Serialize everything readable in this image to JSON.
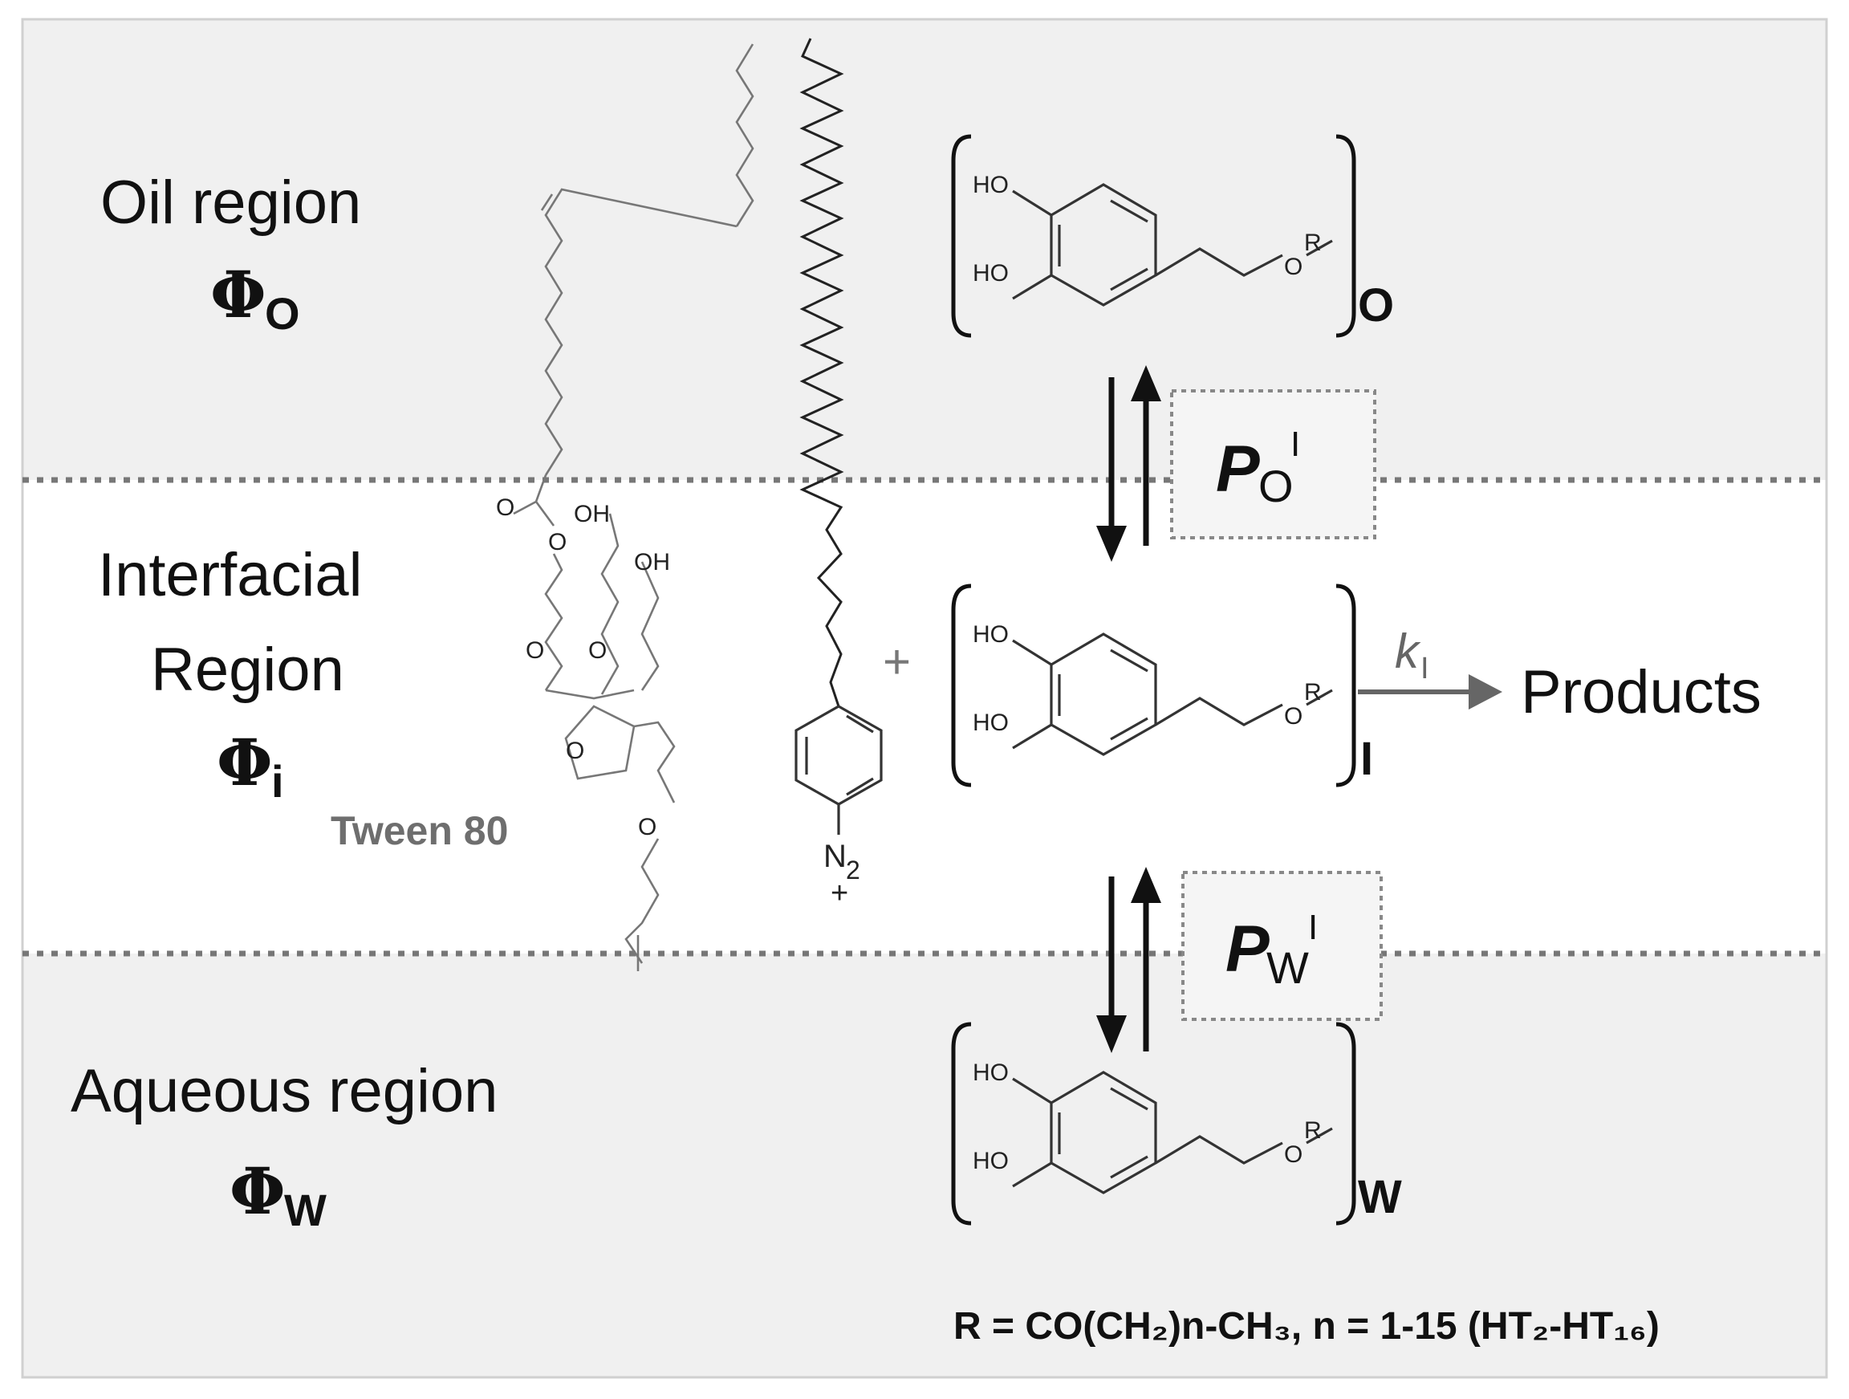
{
  "regions": {
    "oil": {
      "label": "Oil region",
      "phi": "Φ",
      "phi_sub": "O"
    },
    "interfacial": {
      "label_line1": "Interfacial",
      "label_line2": "Region",
      "phi": "Φ",
      "phi_sub": "i"
    },
    "aqueous": {
      "label": "Aqueous region",
      "phi": "Φ",
      "phi_sub": "W"
    }
  },
  "surfactant_label": "Tween 80",
  "molecule": {
    "hydroxyl_top": "HO",
    "hydroxyl_bottom": "HO",
    "ether_o": "O",
    "r_group": "R",
    "subscripts": {
      "oil": "O",
      "interface": "I",
      "water": "W"
    }
  },
  "diazonium": {
    "n_label": "N",
    "n_sub": "2",
    "charge": "+"
  },
  "plus_sign": "+",
  "partition": {
    "oil": {
      "symbol": "P",
      "sub": "O",
      "sup": "I"
    },
    "water": {
      "symbol": "P",
      "sub": "W",
      "sup": "I"
    }
  },
  "rate": {
    "symbol": "k",
    "sub": "I"
  },
  "products_label": "Products",
  "tween_atoms": {
    "o_label": "O",
    "oh_label": "OH"
  },
  "r_definition": "R = CO(CH₂)n-CH₃, n = 1-15 (HT₂-HT₁₆)",
  "colors": {
    "region_fill": "#f0f0f0",
    "interface_fill": "#ffffff",
    "divider": "#777777",
    "arrow_gray": "#666666",
    "tween_gray": "#6e6e6e"
  }
}
